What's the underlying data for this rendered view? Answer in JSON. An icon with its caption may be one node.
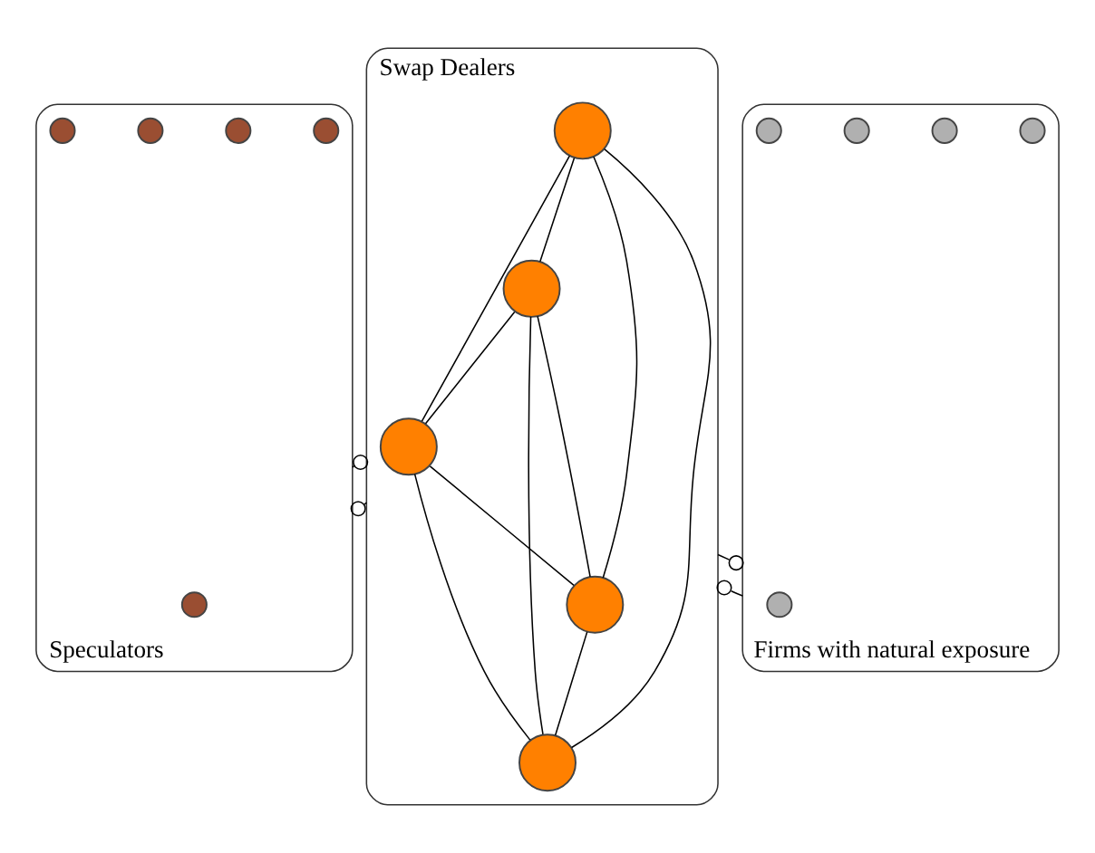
{
  "diagram": {
    "nodes": [
      {
        "text": [
          "Swap Dealers"
        ]
      },
      {
        "text": [],
        "shape": "circle",
        "in": 0
      },
      {
        "text": [],
        "shape": "circle",
        "in": 0
      },
      {
        "text": [],
        "shape": "circle",
        "in": 0
      },
      {
        "text": [],
        "shape": "circle",
        "in": 0
      },
      {
        "text": [],
        "shape": "circle",
        "in": 0
      },
      {
        "text": [
          "Speculators"
        ]
      },
      {
        "text": [],
        "shape": "circle",
        "in": 6
      },
      {
        "text": [],
        "shape": "circle",
        "in": 6
      },
      {
        "text": [],
        "shape": "circle",
        "in": 6
      },
      {
        "text": [],
        "shape": "circle",
        "in": 6
      },
      {
        "text": [],
        "shape": "circle",
        "in": 6
      },
      {
        "text": [
          "Firms with natural exposure"
        ]
      },
      {
        "text": [],
        "shape": "circle",
        "in": 12
      },
      {
        "text": [],
        "shape": "circle",
        "in": 12
      },
      {
        "text": [],
        "shape": "circle",
        "in": 12
      },
      {
        "text": [],
        "shape": "circle",
        "in": 12
      },
      {
        "text": [],
        "shape": "circle",
        "in": 12
      }
    ],
    "edges": [
      {
        "from": 1,
        "to": 2,
        "arrow": "none"
      },
      {
        "from": 1,
        "to": 3,
        "arrow": "none"
      },
      {
        "from": 1,
        "to": 4,
        "arrow": "none"
      },
      {
        "from": 1,
        "to": 5,
        "arrow": "none"
      },
      {
        "from": 2,
        "to": 3,
        "arrow": "none"
      },
      {
        "from": 2,
        "to": 4,
        "arrow": "none"
      },
      {
        "from": 2,
        "to": 5,
        "arrow": "none"
      },
      {
        "from": 3,
        "to": 4,
        "arrow": "none"
      },
      {
        "from": 3,
        "to": 5,
        "arrow": "none"
      },
      {
        "from": 4,
        "to": 5,
        "arrow": "none"
      },
      {
        "from": 0,
        "to": 6,
        "arrow": "other"
      },
      {
        "from": 6,
        "to": 0,
        "arrow": "other"
      },
      {
        "from": 12,
        "to": 0,
        "arrow": "other"
      },
      {
        "from": 0,
        "to": 12,
        "arrow": "other"
      }
    ]
  }
}
